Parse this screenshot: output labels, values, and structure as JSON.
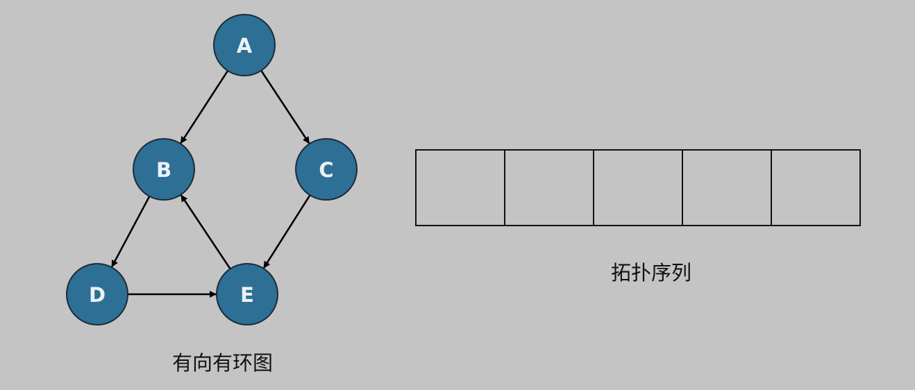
{
  "graph": {
    "caption": "有向有环图",
    "nodes": [
      {
        "id": "A",
        "label": "A"
      },
      {
        "id": "B",
        "label": "B"
      },
      {
        "id": "C",
        "label": "C"
      },
      {
        "id": "D",
        "label": "D"
      },
      {
        "id": "E",
        "label": "E"
      }
    ],
    "edges": [
      {
        "from": "A",
        "to": "B"
      },
      {
        "from": "A",
        "to": "C"
      },
      {
        "from": "B",
        "to": "D"
      },
      {
        "from": "C",
        "to": "E"
      },
      {
        "from": "E",
        "to": "B"
      },
      {
        "from": "D",
        "to": "E"
      }
    ],
    "colors": {
      "node_fill": "#2e6f95",
      "node_text": "#eaf2f7",
      "edge": "#000000",
      "background": "#c4c4c4"
    }
  },
  "sequence": {
    "caption": "拓扑序列",
    "cells": [
      "",
      "",
      "",
      "",
      ""
    ]
  }
}
